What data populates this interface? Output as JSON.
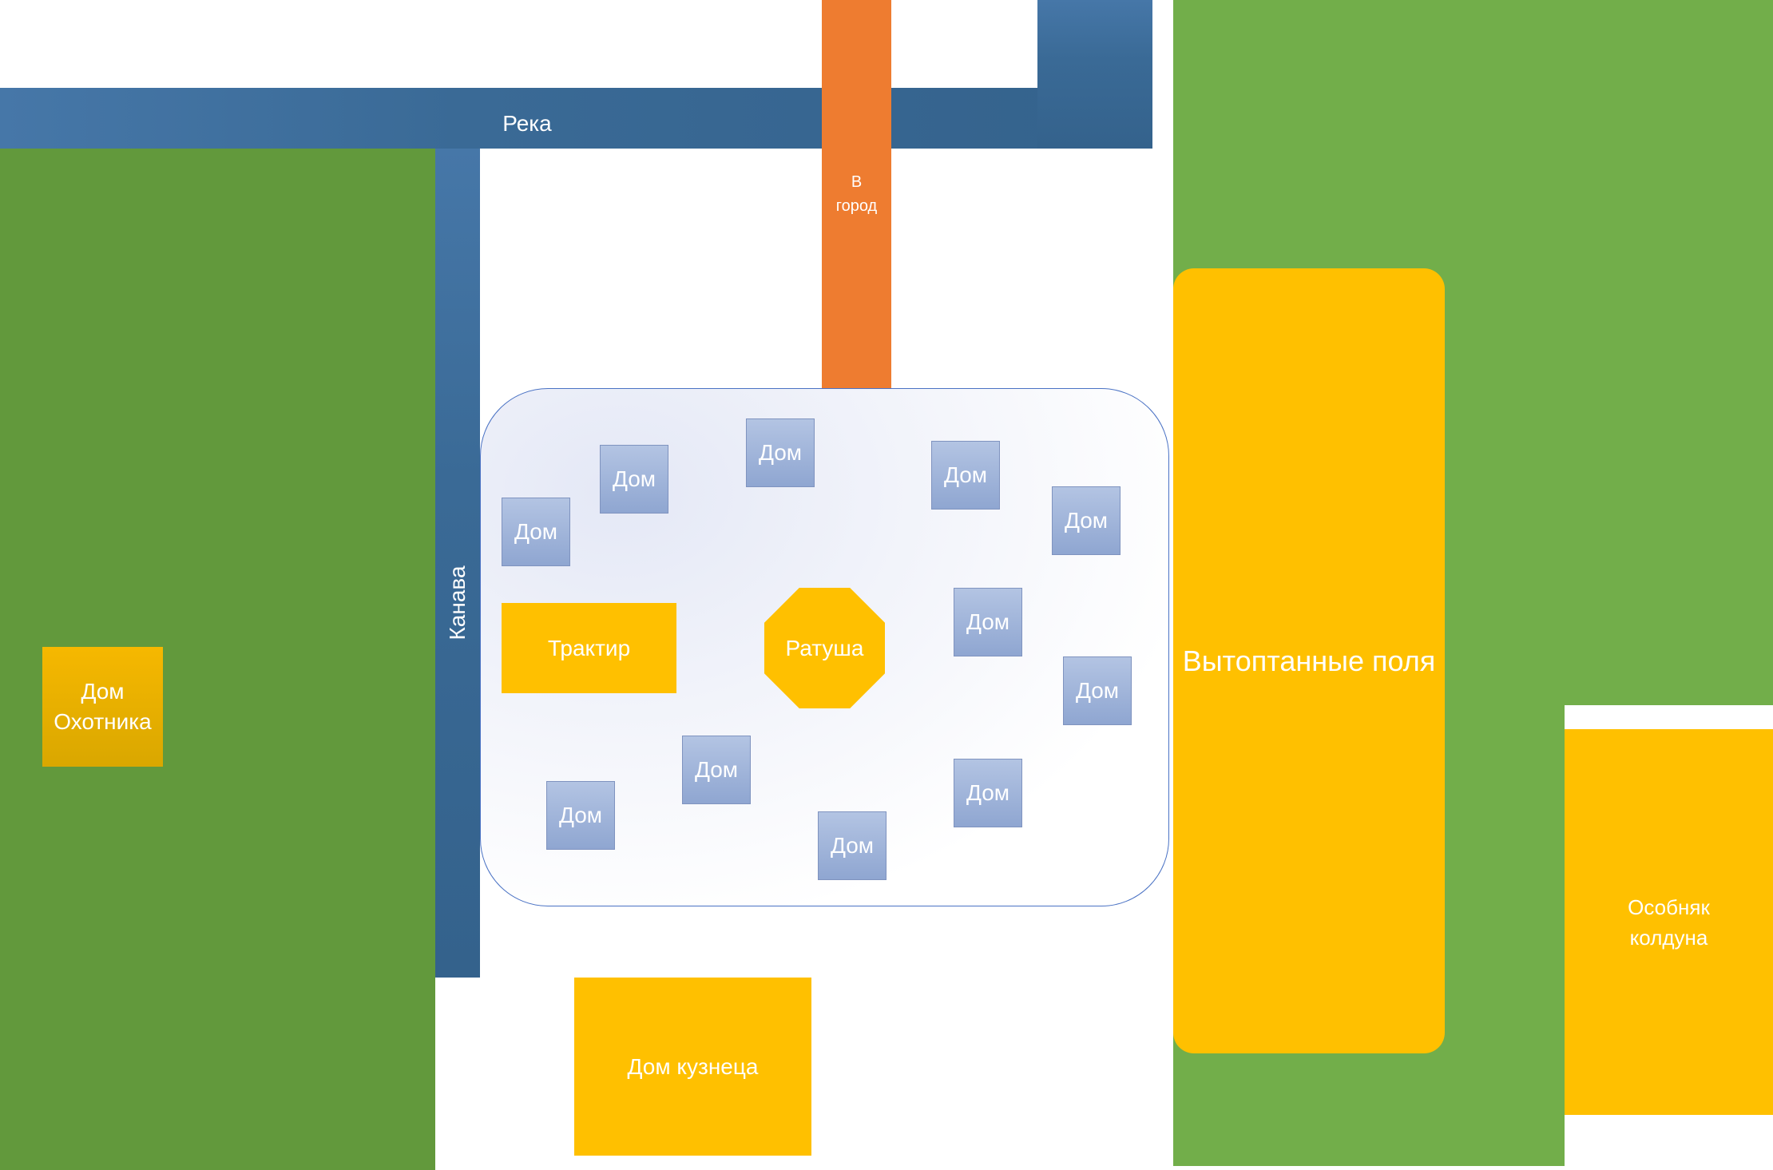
{
  "colors": {
    "river": "#3d6b99",
    "road": "#ee7c30",
    "forest_left": "#62993c",
    "forest_right": "#72ae4a",
    "building": "#ffc000",
    "house": "#9fb3da",
    "village_border": "#4a72c4"
  },
  "labels": {
    "river": "Река",
    "road": "В\nгород",
    "ditch": "Канава",
    "house": "Дом",
    "tavern": "Трактир",
    "townhall": "Ратуша",
    "hunter_house": "Дом\nОхотника",
    "blacksmith_house": "Дом кузнеца",
    "trampled_fields": "Вытоптанные поля",
    "wizard_mansion": "Особняк\nколдуна"
  }
}
